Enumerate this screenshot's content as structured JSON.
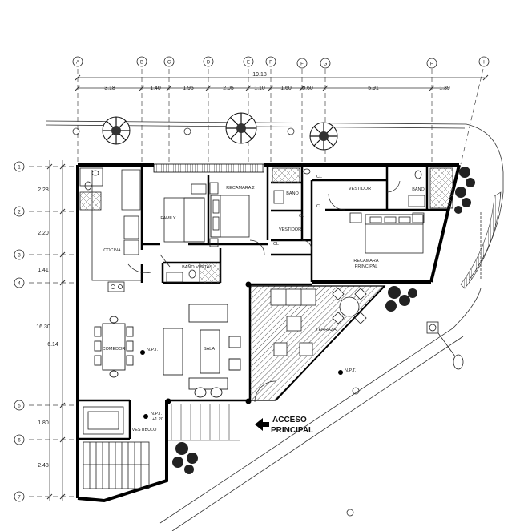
{
  "grid": {
    "columns": [
      "A",
      "B",
      "C",
      "D",
      "E",
      "F",
      "F",
      "G",
      "H",
      "I"
    ],
    "rows": [
      "1",
      "2",
      "3",
      "4",
      "5",
      "6",
      "7"
    ]
  },
  "dimensions": {
    "overall_width": "19.18",
    "top": [
      "3.18",
      "1.40",
      "1.95",
      "2.05",
      "1.10",
      "1.60",
      "0.60",
      "5.91",
      "1.39"
    ],
    "left_overall": "16.30",
    "left_inner": "6.14",
    "left": [
      "2.28",
      "2.20",
      "1.41",
      "1.80",
      "2.48"
    ]
  },
  "rooms": {
    "recamara2": "RECAMARA 2",
    "family": "FAMILY",
    "cocina": "COCINA",
    "bano_visitas": "BAÑO VISITAS",
    "bano": "BAÑO",
    "vestidor": "VESTIDOR",
    "vestidor_principal": "VESTIDOR",
    "bano_principal": "BAÑO",
    "recamara_principal_1": "RECAMARA",
    "recamara_principal_2": "PRINCIPAL",
    "comedor": "COMEDOR",
    "sala": "SALA",
    "terraza": "TERRAZA",
    "vestibulo": "VESTIBULO",
    "cl": "CL"
  },
  "levels": {
    "comedor": "N.P.T.",
    "vestibulo": "N.P.T.",
    "vestibulo_value": "+1.20",
    "exterior": "N.P.T."
  },
  "entrance": {
    "line1": "ACCESO",
    "line2": "PRINCIPAL"
  }
}
